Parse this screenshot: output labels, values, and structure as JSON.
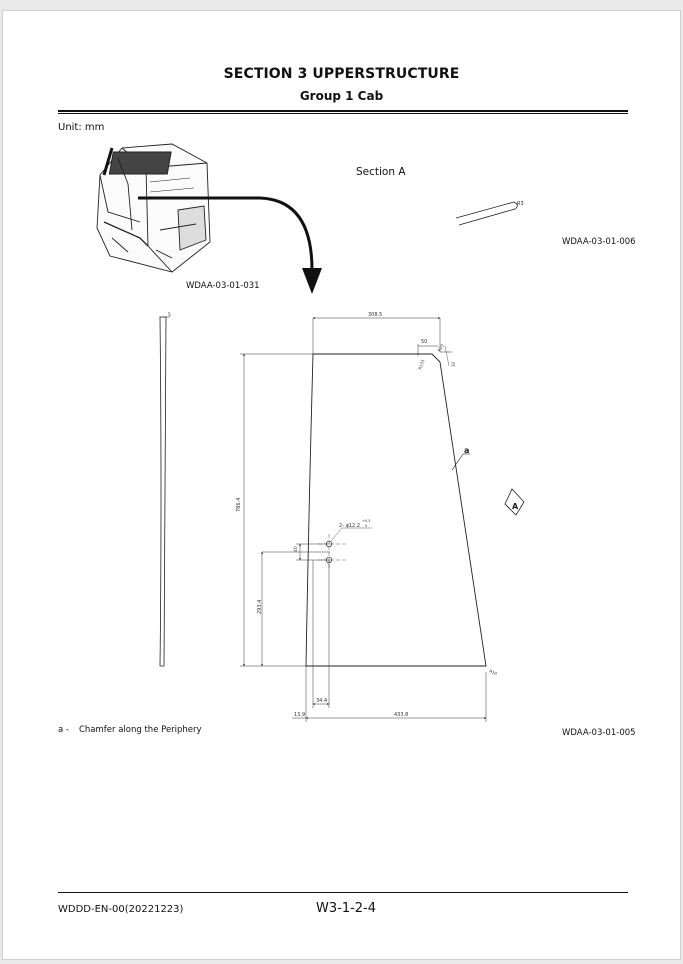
{
  "header": {
    "title": "SECTION 3 UPPERSTRUCTURE",
    "subtitle": "Group 1 Cab"
  },
  "unit_label": "Unit: mm",
  "section_a_label": "Section A",
  "figure_codes": {
    "cab_view": "WDAA-03-01-031",
    "section_a": "WDAA-03-01-006",
    "glass": "WDAA-03-01-005"
  },
  "dimensions": {
    "top_width": "308.5",
    "corner_width": "50",
    "corner_r1": "R133",
    "corner_r2": "R10",
    "corner_h": "10",
    "height": "786.4",
    "hole_spec": "2- φ12.2",
    "hole_tol_upper": "+0.5",
    "hole_tol_lower": "0",
    "hole_pitch": "40",
    "hole_height": "293.4",
    "hole_x": "34.4",
    "left_offset": "13.9",
    "bottom_width": "433.8",
    "bottom_corner": "R10",
    "thickness": "5",
    "section_r": "R3"
  },
  "callouts": {
    "a": "a",
    "section_marker": "A"
  },
  "legend": {
    "key": "a -",
    "text": "Chamfer along the Periphery"
  },
  "footer": {
    "doc_code": "WDDD-EN-00(20221223)",
    "page": "W3-1-2-4"
  }
}
